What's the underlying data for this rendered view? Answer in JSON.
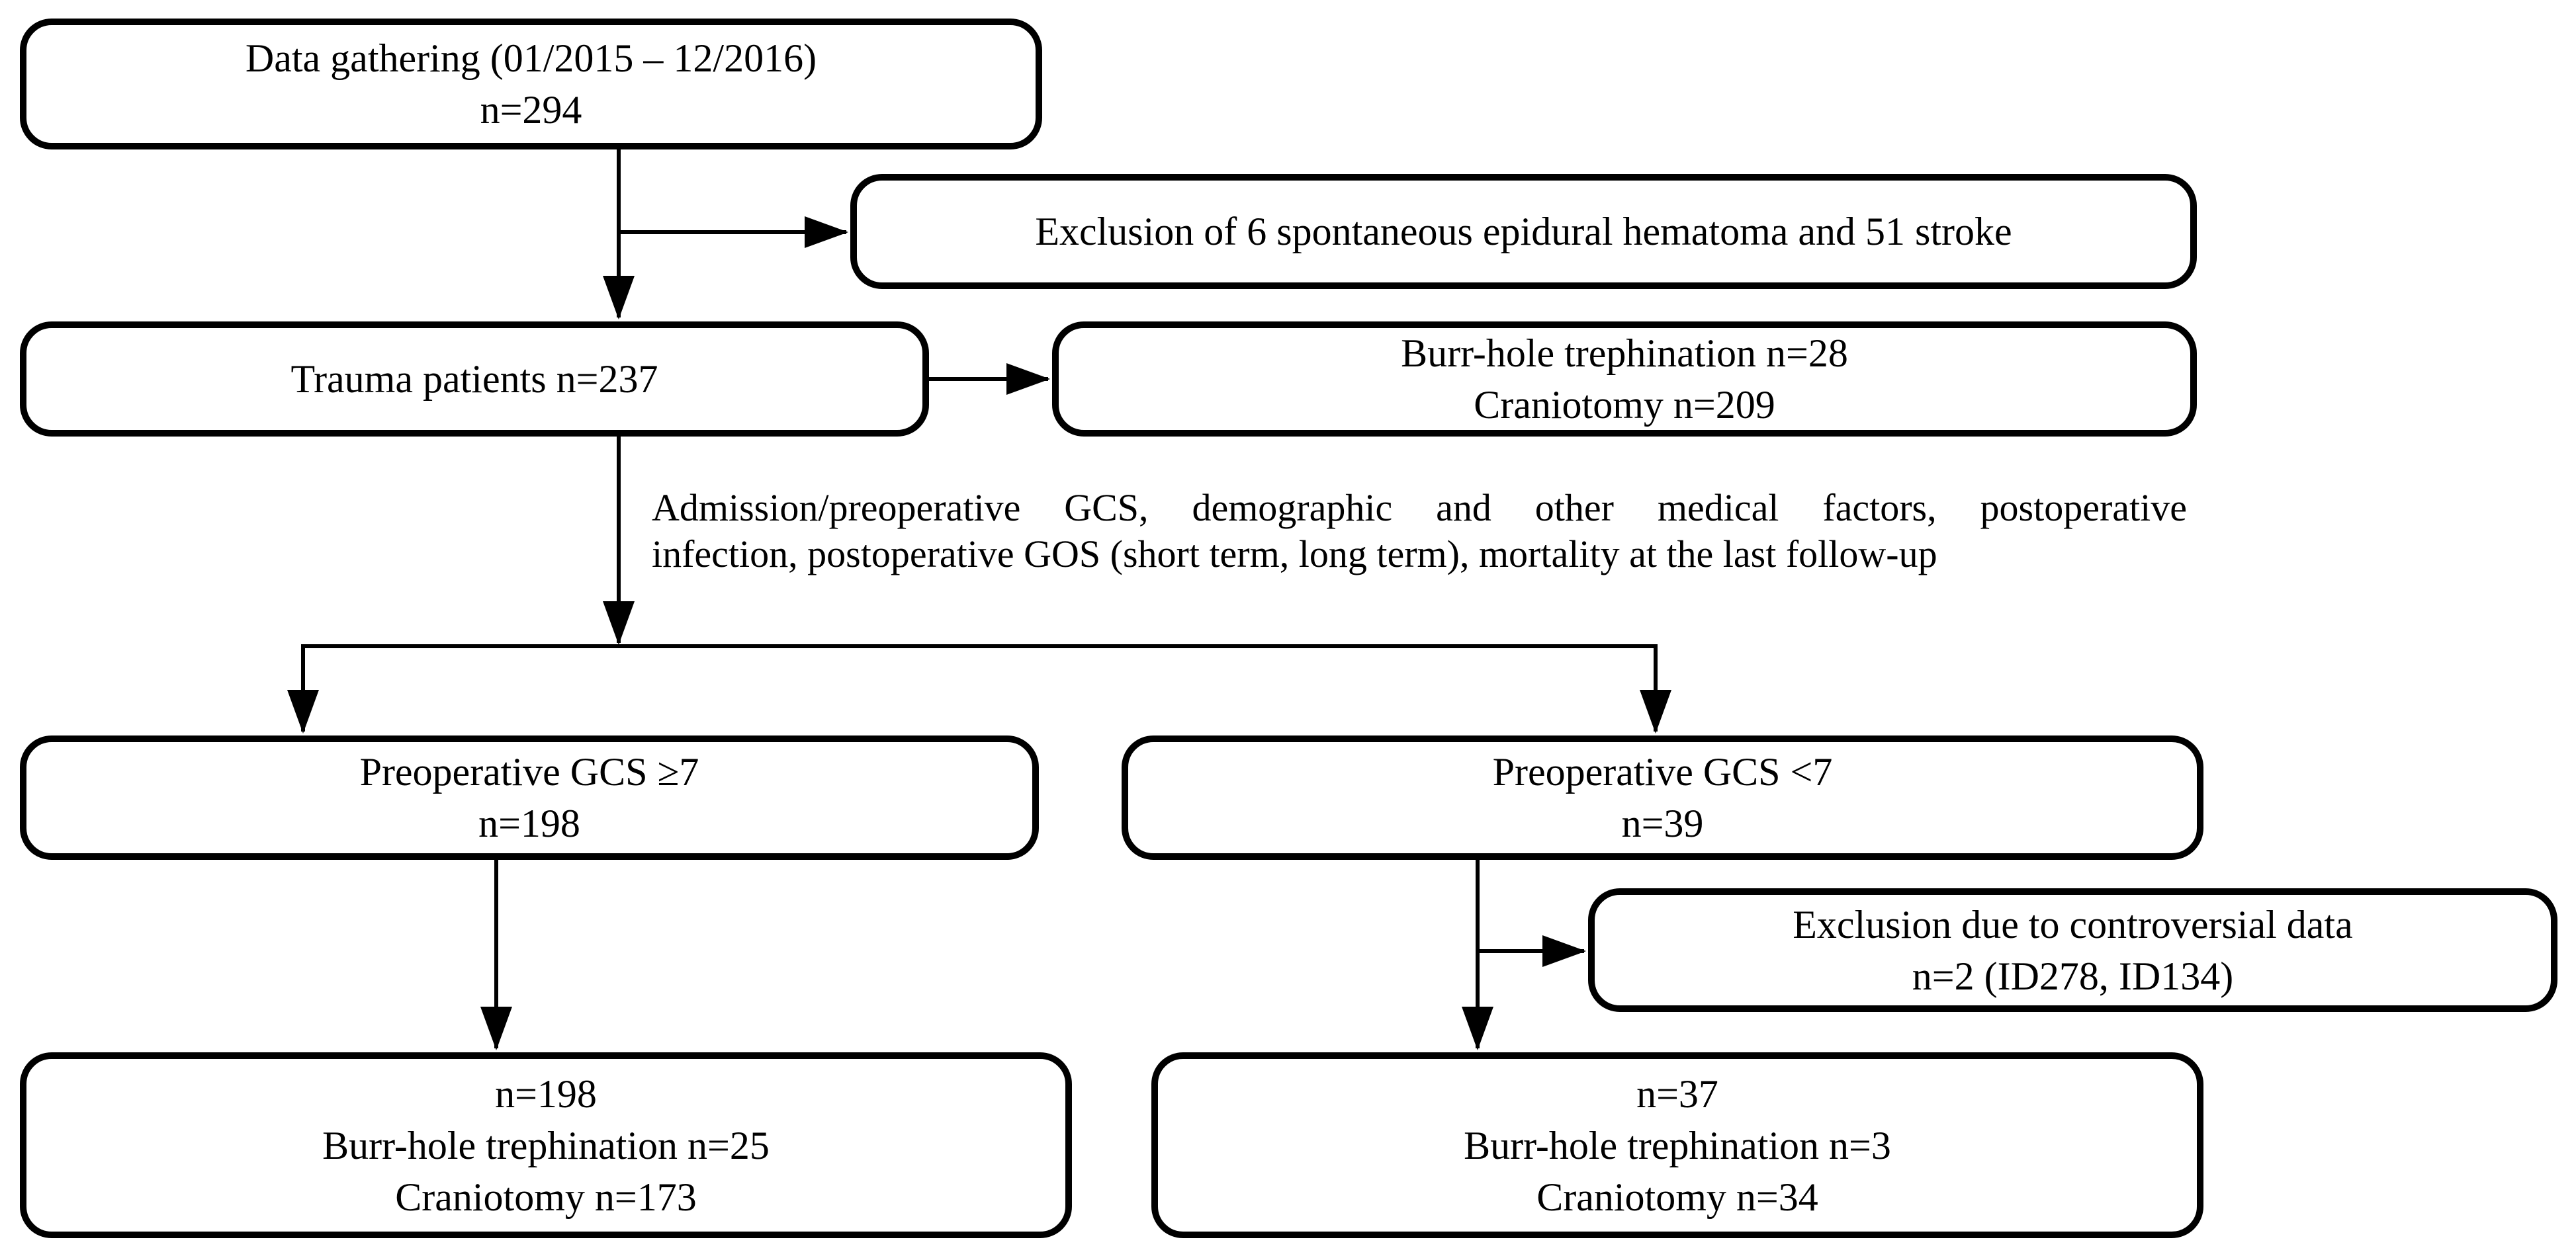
{
  "boxes": {
    "data_gathering": {
      "lines": [
        "Data gathering (01/2015 – 12/2016)",
        "n=294"
      ]
    },
    "exclusion_top": {
      "lines": [
        "Exclusion of 6 spontaneous epidural hematoma and 51 stroke"
      ]
    },
    "trauma_patients": {
      "lines": [
        "Trauma patients n=237"
      ]
    },
    "surgery_all": {
      "lines": [
        "Burr-hole trephination n=28",
        "Craniotomy n=209"
      ]
    },
    "gcs_high": {
      "lines": [
        "Preoperative GCS ≥7",
        "n=198"
      ]
    },
    "gcs_low": {
      "lines": [
        "Preoperative GCS <7",
        "n=39"
      ]
    },
    "exclusion_controversial": {
      "lines": [
        "Exclusion due to controversial data",
        "n=2 (ID278, ID134)"
      ]
    },
    "outcome_gcs_high": {
      "lines": [
        "n=198",
        "Burr-hole trephination n=25",
        "Craniotomy n=173"
      ]
    },
    "outcome_gcs_low": {
      "lines": [
        "n=37",
        "Burr-hole trephination n=3",
        "Craniotomy n=34"
      ]
    }
  },
  "annotation": {
    "line1": "Admission/preoperative GCS, demographic and other medical factors, postoperative",
    "line2": "infection, postoperative GOS (short term, long term), mortality at the last follow-up"
  },
  "colors": {
    "ink": "#000000",
    "background": "#ffffff"
  }
}
